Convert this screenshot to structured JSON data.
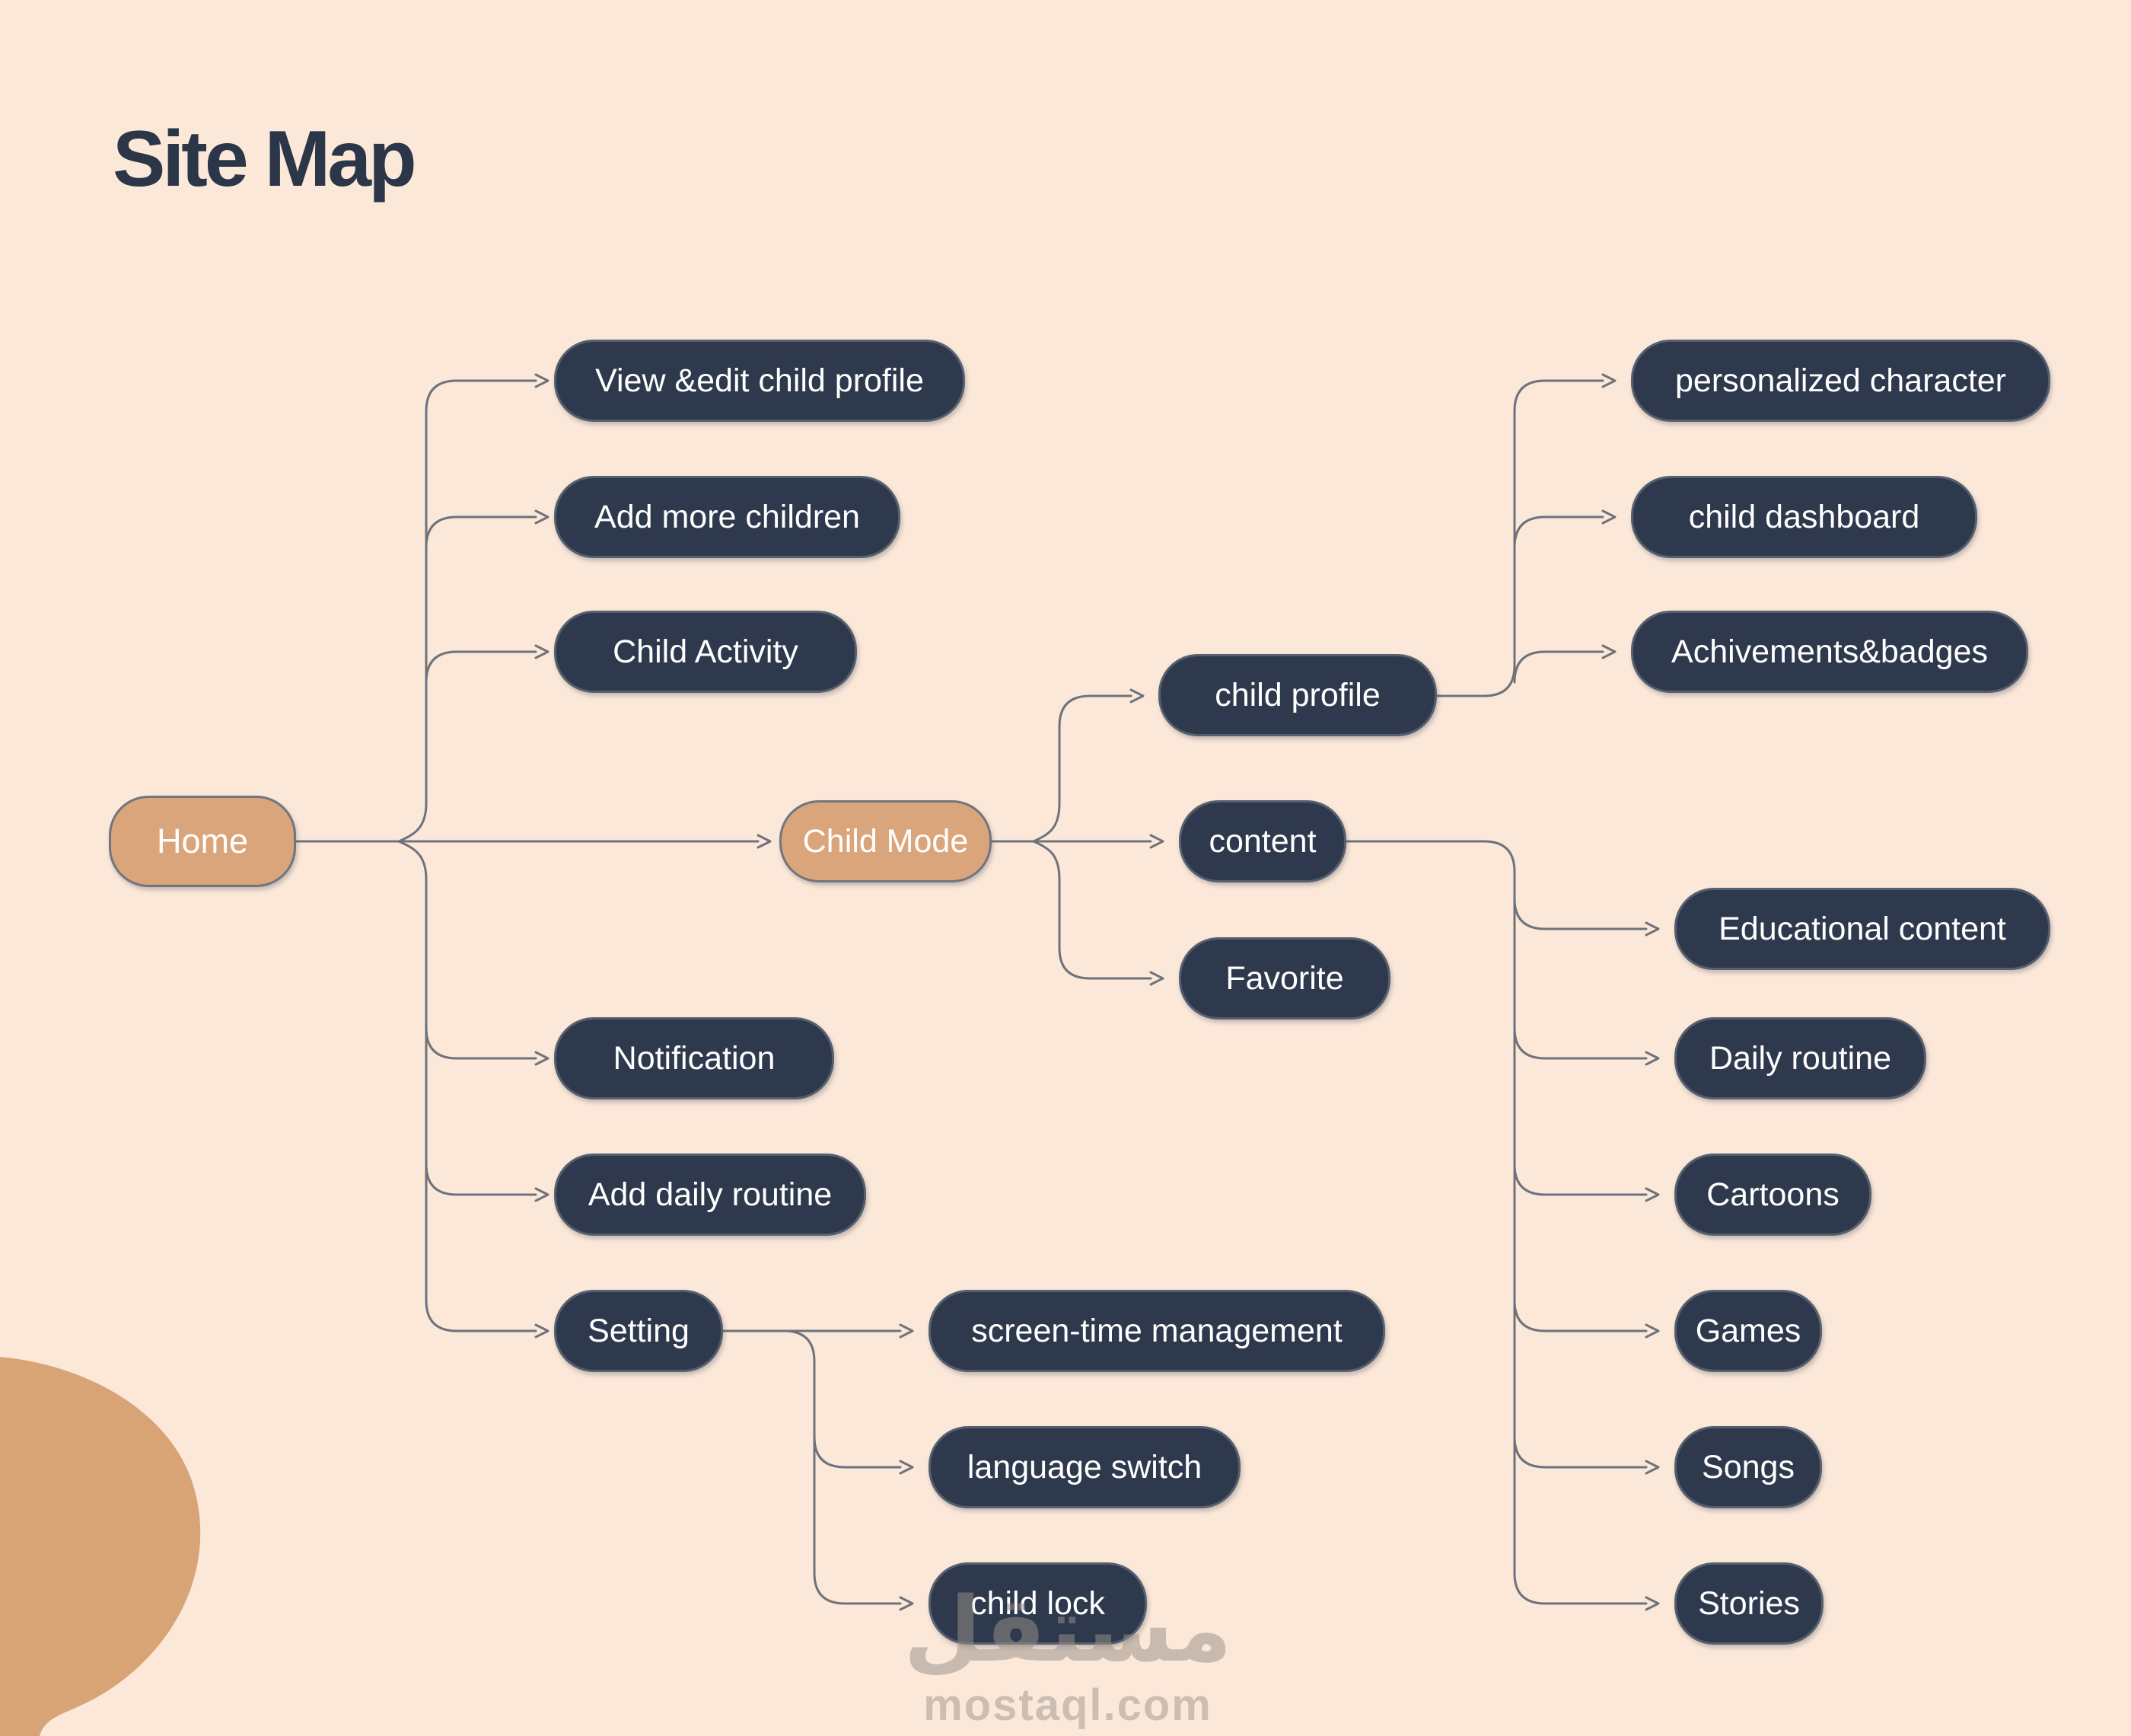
{
  "page": {
    "title": "Site Map"
  },
  "palette": {
    "background": "#fce8d9",
    "node_dark_fill": "#2e394d",
    "node_dark_border": "#55606e",
    "node_accent_fill": "#dba57c",
    "node_accent_border": "#70767e",
    "connector": "#6e737b",
    "node_text": "#ffffff",
    "title_text": "#2b3648",
    "watermark_text": "#9a9189",
    "corner_blob": "#d8a476"
  },
  "nodes": {
    "home": {
      "label": "Home",
      "variant": "accent"
    },
    "view_edit_child_profile": {
      "label": "View &edit child profile",
      "variant": "dark"
    },
    "add_more_children": {
      "label": "Add more children",
      "variant": "dark"
    },
    "child_activity": {
      "label": "Child Activity",
      "variant": "dark"
    },
    "notification": {
      "label": "Notification",
      "variant": "dark"
    },
    "add_daily_routine": {
      "label": "Add daily routine",
      "variant": "dark"
    },
    "setting": {
      "label": "Setting",
      "variant": "dark"
    },
    "child_mode": {
      "label": "Child Mode",
      "variant": "accent"
    },
    "child_profile": {
      "label": "child profile",
      "variant": "dark"
    },
    "content": {
      "label": "content",
      "variant": "dark"
    },
    "favorite": {
      "label": "Favorite",
      "variant": "dark"
    },
    "personalized_character": {
      "label": "personalized character",
      "variant": "dark"
    },
    "child_dashboard": {
      "label": "child dashboard",
      "variant": "dark"
    },
    "achivements_badges": {
      "label": "Achivements&badges",
      "variant": "dark"
    },
    "educational_content": {
      "label": "Educational content",
      "variant": "dark"
    },
    "daily_routine": {
      "label": "Daily routine",
      "variant": "dark"
    },
    "cartoons": {
      "label": "Cartoons",
      "variant": "dark"
    },
    "games": {
      "label": "Games",
      "variant": "dark"
    },
    "songs": {
      "label": "Songs",
      "variant": "dark"
    },
    "stories": {
      "label": "Stories",
      "variant": "dark"
    },
    "screen_time_management": {
      "label": "screen-time management",
      "variant": "dark"
    },
    "language_switch": {
      "label": "language switch",
      "variant": "dark"
    },
    "child_lock": {
      "label": "child lock",
      "variant": "dark"
    }
  },
  "edges": [
    {
      "from": "home",
      "to": "view_edit_child_profile"
    },
    {
      "from": "home",
      "to": "add_more_children"
    },
    {
      "from": "home",
      "to": "child_activity"
    },
    {
      "from": "home",
      "to": "child_mode"
    },
    {
      "from": "home",
      "to": "notification"
    },
    {
      "from": "home",
      "to": "add_daily_routine"
    },
    {
      "from": "home",
      "to": "setting"
    },
    {
      "from": "child_mode",
      "to": "child_profile"
    },
    {
      "from": "child_mode",
      "to": "content"
    },
    {
      "from": "child_mode",
      "to": "favorite"
    },
    {
      "from": "child_profile",
      "to": "personalized_character"
    },
    {
      "from": "child_profile",
      "to": "child_dashboard"
    },
    {
      "from": "child_profile",
      "to": "achivements_badges"
    },
    {
      "from": "content",
      "to": "educational_content"
    },
    {
      "from": "content",
      "to": "daily_routine"
    },
    {
      "from": "content",
      "to": "cartoons"
    },
    {
      "from": "content",
      "to": "games"
    },
    {
      "from": "content",
      "to": "songs"
    },
    {
      "from": "content",
      "to": "stories"
    },
    {
      "from": "setting",
      "to": "screen_time_management"
    },
    {
      "from": "setting",
      "to": "language_switch"
    },
    {
      "from": "setting",
      "to": "child_lock"
    }
  ],
  "watermark": {
    "logo_text": "مستقل",
    "domain": "mostaql.com"
  }
}
